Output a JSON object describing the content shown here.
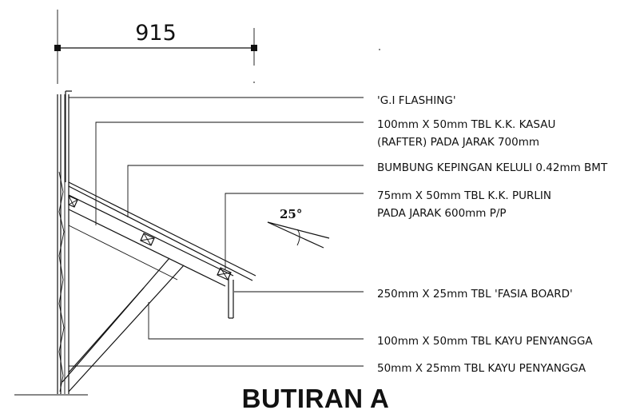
{
  "dimension": {
    "value": "915"
  },
  "angle": {
    "value": "25°"
  },
  "labels": [
    {
      "id": "gi-flashing",
      "line1": "'G.I FLASHING'",
      "line2": ""
    },
    {
      "id": "rafter",
      "line1": "100mm X 50mm TBL K.K. KASAU",
      "line2": "(RAFTER) PADA JARAK 700mm"
    },
    {
      "id": "roof-sheet",
      "line1": "BUMBUNG KEPINGAN KELULI 0.42mm BMT",
      "line2": ""
    },
    {
      "id": "purlin",
      "line1": "75mm X 50mm TBL K.K. PURLIN",
      "line2": "PADA JARAK 600mm P/P"
    },
    {
      "id": "fascia",
      "line1": "250mm X 25mm TBL 'FASIA BOARD'",
      "line2": ""
    },
    {
      "id": "support-100",
      "line1": "100mm X 50mm TBL  KAYU PENYANGGA",
      "line2": ""
    },
    {
      "id": "support-50",
      "line1": "50mm X 25mm TBL KAYU PENYANGGA",
      "line2": ""
    }
  ],
  "title": "BUTIRAN A"
}
